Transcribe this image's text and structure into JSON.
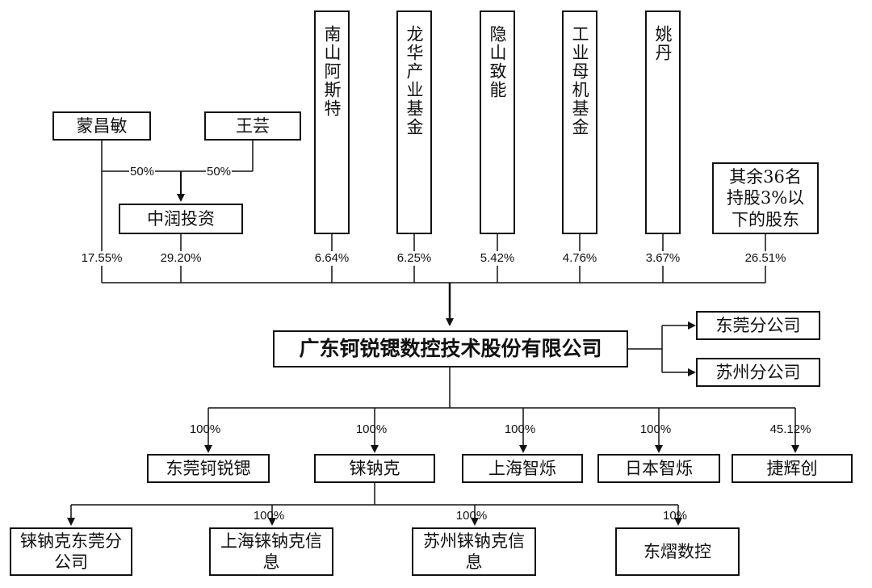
{
  "shareholders": {
    "meng_changmin": "蒙昌敏",
    "wang_yun": "王芸",
    "zhongrun": "中润投资",
    "nanshan": "南山阿斯特",
    "longhua": "龙华产业基金",
    "yinshan": "隐山致能",
    "gongye": "工业母机基金",
    "yao_dan": "姚丹",
    "others": "其余36名持股3%以下的股东"
  },
  "percentages": {
    "meng_to_zhongrun": "50%",
    "wang_to_zhongrun": "50%",
    "meng": "17.55%",
    "zhongrun": "29.20%",
    "nanshan": "6.64%",
    "longhua": "6.25%",
    "yinshan": "5.42%",
    "gongye": "4.76%",
    "yao_dan": "3.67%",
    "others": "26.51%"
  },
  "company": "广东钶锐锶数控技术股份有限公司",
  "branches": {
    "dongguan": "东莞分公司",
    "suzhou": "苏州分公司"
  },
  "subsidiaries": {
    "dongguan_kerui": {
      "name": "东莞钶锐锶",
      "pct": "100%"
    },
    "lainake": {
      "name": "铼钠克",
      "pct": "100%"
    },
    "shanghai_zhishuo": {
      "name": "上海智烁",
      "pct": "100%"
    },
    "riben_zhishuo": {
      "name": "日本智烁",
      "pct": "100%"
    },
    "jiehuichuang": {
      "name": "捷辉创",
      "pct": "45.12%"
    }
  },
  "lainake_children": {
    "dongguan_branch": {
      "name": "铼钠克东莞分公司",
      "pct": ""
    },
    "shanghai_info": {
      "name": "上海铼钠克信息",
      "pct": "100%"
    },
    "suzhou_info": {
      "name": "苏州铼钠克信息",
      "pct": "100%"
    },
    "dongrong": {
      "name": "东熠数控",
      "pct": "10%"
    }
  }
}
